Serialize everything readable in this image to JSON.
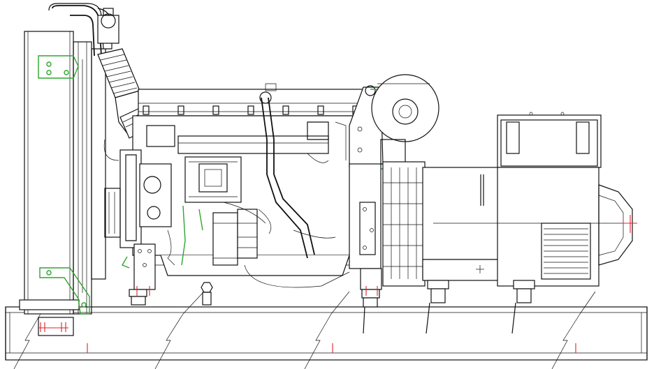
{
  "drawing": {
    "subject": "generator-set-side-elevation",
    "colors": {
      "line": "#111111",
      "lifting_brackets": "#2ea52e",
      "centre_marks": "#e0202a",
      "background": "#ffffff"
    },
    "icons": [
      "radiator",
      "engine",
      "turbocharger",
      "alternator",
      "base-frame",
      "anti-vibration-mount"
    ]
  }
}
